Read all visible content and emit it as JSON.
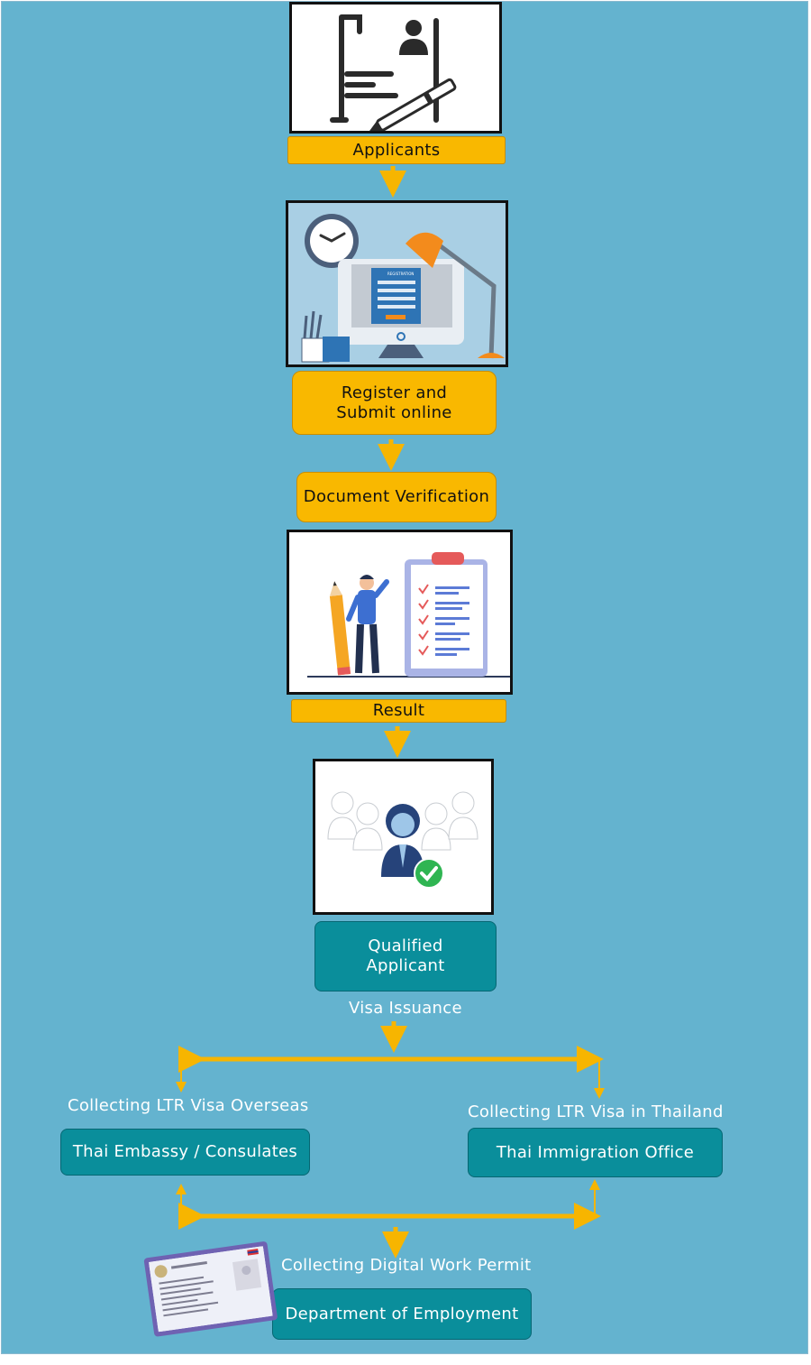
{
  "steps": {
    "applicants": "Applicants",
    "register": "Register and\nSubmit online",
    "verification": "Document Verification",
    "result": "Result",
    "qualified": "Qualified\nApplicant",
    "visa_issuance": "Visa Issuance"
  },
  "branches": {
    "overseas_caption": "Collecting LTR Visa Overseas",
    "overseas_office": "Thai  Embassy / Consulates",
    "thailand_caption": "Collecting LTR Visa in Thailand",
    "thailand_office": "Thai Immigration Office"
  },
  "work_permit": {
    "caption": "Collecting Digital Work Permit",
    "office": "Department of Employment"
  },
  "illustrations": {
    "applicant_icon": "document-person-pen-icon",
    "register_icon": "computer-registration-icon",
    "registration_form_title": "REGISTRATION",
    "verification_icon": "checklist-clipboard-icon",
    "qualified_icon": "selected-candidate-icon",
    "work_permit_icon": "work-permit-card-icon"
  },
  "colors": {
    "background": "#64b3cf",
    "yellow": "#f9b800",
    "teal": "#0a8e9b",
    "arrow": "#f7b500"
  }
}
